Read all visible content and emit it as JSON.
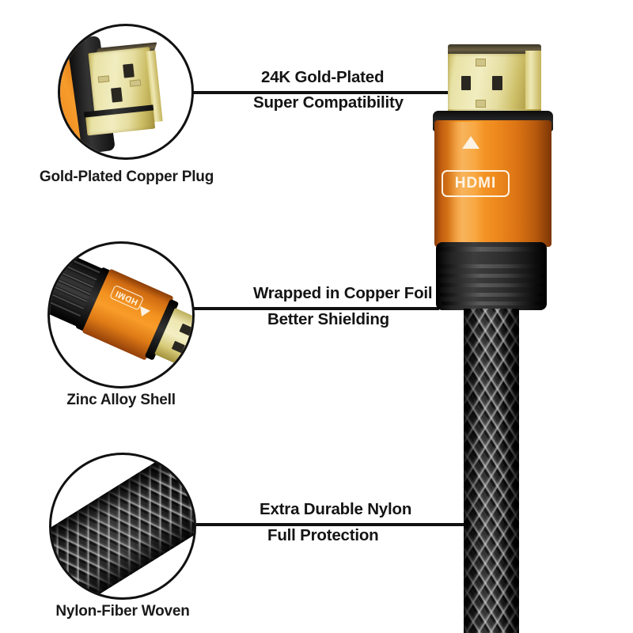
{
  "page": {
    "title": "HDMI Cable Feature Infographic",
    "background": "#ffffff"
  },
  "colors": {
    "orange_shell": "#ef8f22",
    "orange_shell_dark": "#8a3d08",
    "gold_plating": "#f2edc0",
    "black_body": "#111111",
    "line": "#111111",
    "text": "#141414",
    "logo_text": "#fdf3e4"
  },
  "callouts": [
    {
      "id": "gold-plated-copper-plug",
      "circle_label": "Gold-Plated Copper Plug",
      "feature_line_1": "24K Gold-Plated",
      "feature_line_2": "Super Compatibility"
    },
    {
      "id": "zinc-alloy-shell",
      "circle_label": "Zinc Alloy Shell",
      "feature_line_1": "Wrapped in Copper Foil",
      "feature_line_2": "Better Shielding"
    },
    {
      "id": "nylon-fiber-woven",
      "circle_label": "Nylon-Fiber Woven",
      "feature_line_1": "Extra Durable Nylon",
      "feature_line_2": "Full Protection"
    }
  ],
  "product": {
    "connector_brand_logo": "HDMI",
    "orientation_marker": "triangle-up",
    "inset_logo": "HDMI"
  }
}
